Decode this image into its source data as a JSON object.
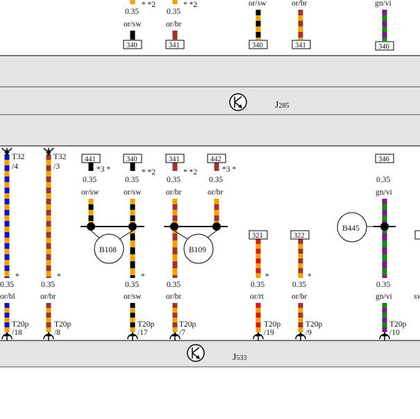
{
  "colors": {
    "or": "#f5a000",
    "sw": "#000000",
    "br": "#a0322f",
    "bl": "#1212c8",
    "rt": "#e41414",
    "gn": "#128a12",
    "vi": "#7a1a8a",
    "band": "#e4e4e4",
    "line": "#000000"
  },
  "bus_labels": {
    "j285": "J",
    "j285_sub": "285",
    "j533": "J",
    "j533_sub": "533"
  },
  "top_wires": [
    {
      "id": "tw1",
      "size": "0.35",
      "stars": "* *2",
      "code": "or/sw",
      "conn": "340",
      "colors": [
        "or",
        "sw"
      ]
    },
    {
      "id": "tw2",
      "size": "0.35",
      "stars": "* *2",
      "code": "or/br",
      "conn": "341",
      "colors": [
        "or",
        "br"
      ]
    },
    {
      "id": "tw3",
      "size": "",
      "stars": "",
      "code": "or/sw",
      "conn": "340",
      "colors": [
        "or",
        "sw"
      ]
    },
    {
      "id": "tw4",
      "size": "",
      "stars": "",
      "code": "or/br",
      "conn": "341",
      "colors": [
        "or",
        "br"
      ]
    },
    {
      "id": "tw5",
      "size": "",
      "stars": "",
      "code": "gn/vi",
      "conn": "346",
      "colors": [
        "gn",
        "vi"
      ]
    }
  ],
  "t32_pins": [
    {
      "id": "p1",
      "name": "T32",
      "pin": "/4"
    },
    {
      "id": "p2",
      "name": "T32",
      "pin": "/3"
    }
  ],
  "conn_boxes": [
    {
      "id": "c441",
      "label": "441"
    },
    {
      "id": "c340",
      "label": "340"
    },
    {
      "id": "c341",
      "label": "341"
    },
    {
      "id": "c442",
      "label": "442"
    },
    {
      "id": "c346",
      "label": "346"
    },
    {
      "id": "c321",
      "label": "321"
    },
    {
      "id": "c322",
      "label": "322"
    }
  ],
  "upper_labels": [
    {
      "id": "u441",
      "size": "0.35",
      "code": "or/sw",
      "stars": "*3 *"
    },
    {
      "id": "u340",
      "size": "0.35",
      "code": "or/sw",
      "stars": "* *2"
    },
    {
      "id": "u341",
      "size": "0.35",
      "code": "or/br",
      "stars": "* *2"
    },
    {
      "id": "u442",
      "size": "0.35",
      "code": "or/br",
      "stars": "*3 *"
    },
    {
      "id": "u346",
      "size": "0.35",
      "code": "gn/vi",
      "stars": ""
    }
  ],
  "splices": [
    {
      "id": "s1",
      "label": "B108"
    },
    {
      "id": "s2",
      "label": "B109"
    },
    {
      "id": "s3",
      "label": "B445"
    }
  ],
  "lower_labels": [
    {
      "id": "l1",
      "size": "0.35",
      "code": "or/bl",
      "star": "*"
    },
    {
      "id": "l2",
      "size": "0.35",
      "code": "or/br",
      "star": "*"
    },
    {
      "id": "l3",
      "size": "0.35",
      "code": "or/sw",
      "star": "*"
    },
    {
      "id": "l4",
      "size": "0.35",
      "code": "or/br",
      "star": ""
    },
    {
      "id": "l5",
      "size": "0.35",
      "code": "or/rt",
      "star": "*"
    },
    {
      "id": "l6",
      "size": "0.35",
      "code": "or/br",
      "star": "*"
    },
    {
      "id": "l7",
      "size": "0.35",
      "code": "gn/vi",
      "star": ""
    },
    {
      "id": "l8",
      "size": "",
      "code": "sw",
      "star": ""
    }
  ],
  "t20_pins": [
    {
      "id": "q1",
      "name": "T20p",
      "pin": "/18"
    },
    {
      "id": "q2",
      "name": "T20p",
      "pin": "/8"
    },
    {
      "id": "q3",
      "name": "T20p",
      "pin": "/17"
    },
    {
      "id": "q4",
      "name": "T20p",
      "pin": "/7"
    },
    {
      "id": "q5",
      "name": "T20p",
      "pin": "/19"
    },
    {
      "id": "q6",
      "name": "T20p",
      "pin": "/9"
    },
    {
      "id": "q7",
      "name": "T20p",
      "pin": "/10"
    }
  ]
}
